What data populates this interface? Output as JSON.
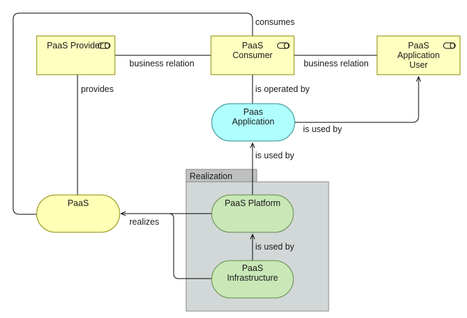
{
  "group": {
    "label": "Realization"
  },
  "nodes": {
    "paas_provider": {
      "lines": [
        "PaaS Provider"
      ],
      "icon": "role-icon"
    },
    "paas_consumer": {
      "lines": [
        "PaaS",
        "Consumer"
      ],
      "icon": "role-icon"
    },
    "paas_app_user": {
      "lines": [
        "PaaS",
        "Application",
        "User"
      ],
      "icon": "role-icon"
    },
    "paas_application": {
      "lines": [
        "Paas",
        "Application"
      ]
    },
    "paas": {
      "lines": [
        "PaaS"
      ]
    },
    "paas_platform": {
      "lines": [
        "PaaS Platform"
      ]
    },
    "paas_infrastructure": {
      "lines": [
        "PaaS",
        "Infrastructure"
      ]
    }
  },
  "edges": {
    "consumes": "consumes",
    "business_relation_1": "business relation",
    "business_relation_2": "business relation",
    "provides": "provides",
    "is_operated_by": "is operated by",
    "is_used_by_app_user": "is used by",
    "is_used_by_platform_app": "is used by",
    "is_used_by_infra_platform": "is used by",
    "realizes": "realizes"
  },
  "colors": {
    "role_fill": "#ffffc0",
    "role_stroke": "#8a8a00",
    "application_fill": "#b0ffff",
    "application_stroke": "#2a8a8a",
    "service_fill": "#ffffb5",
    "service_stroke": "#8a8a00",
    "technology_fill": "#c9e7b7",
    "technology_stroke": "#5e8a46",
    "group_fill": "#d2d7d7",
    "group_header_fill": "#bfc1c1",
    "group_stroke": "#888888",
    "edge": "#000000"
  }
}
